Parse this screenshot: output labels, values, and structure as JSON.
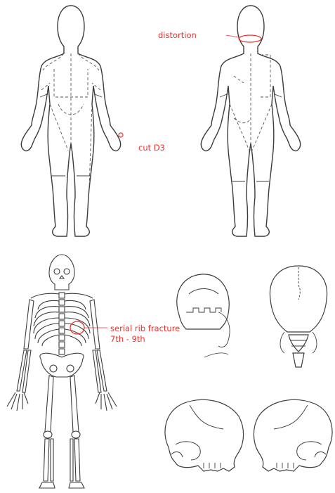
{
  "annotations": {
    "neck": "distortion",
    "hand": "cut D3",
    "rib_line1": "serial rib fracture",
    "rib_line2": "7th - 9th"
  },
  "colors": {
    "annotation": "#e8332e",
    "outline": "#3c3c3c",
    "fill": "#ffffff",
    "background": "#ffffff"
  }
}
